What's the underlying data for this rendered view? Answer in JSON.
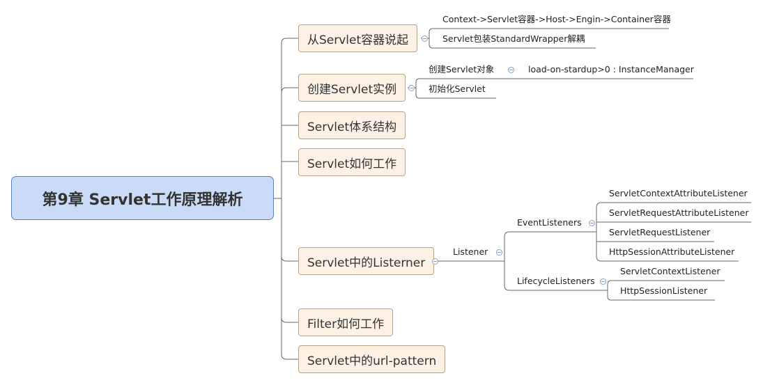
{
  "root": {
    "title": "第9章 Servlet工作原理解析"
  },
  "topics": {
    "container": {
      "label": "从Servlet容器说起",
      "children": [
        "Context->Servlet容器->Host->Engin->Container容器",
        "Servlet包装StandardWrapper解耦"
      ]
    },
    "create": {
      "label": "创建Servlet实例",
      "children": {
        "create_object": {
          "label": "创建Servlet对象",
          "children": [
            "load-on-stardup>0 : InstanceManager"
          ]
        },
        "init": {
          "label": "初始化Servlet"
        }
      }
    },
    "arch": {
      "label": "Servlet体系结构"
    },
    "how": {
      "label": "Servlet如何工作"
    },
    "listener": {
      "label": "Servlet中的Listerner",
      "listener_node": "Listener",
      "event": {
        "label": "EventListeners",
        "children": [
          "ServletContextAttributeListener",
          "ServletRequestAttributeListener",
          "ServletRequestListener",
          "HttpSessionAttributeListener"
        ]
      },
      "lifecycle": {
        "label": "LifecycleListeners",
        "children": [
          "ServletContextListener",
          "HttpSessionListener"
        ]
      }
    },
    "filter": {
      "label": "Filter如何工作"
    },
    "url": {
      "label": "Servlet中的url-pattern"
    }
  }
}
